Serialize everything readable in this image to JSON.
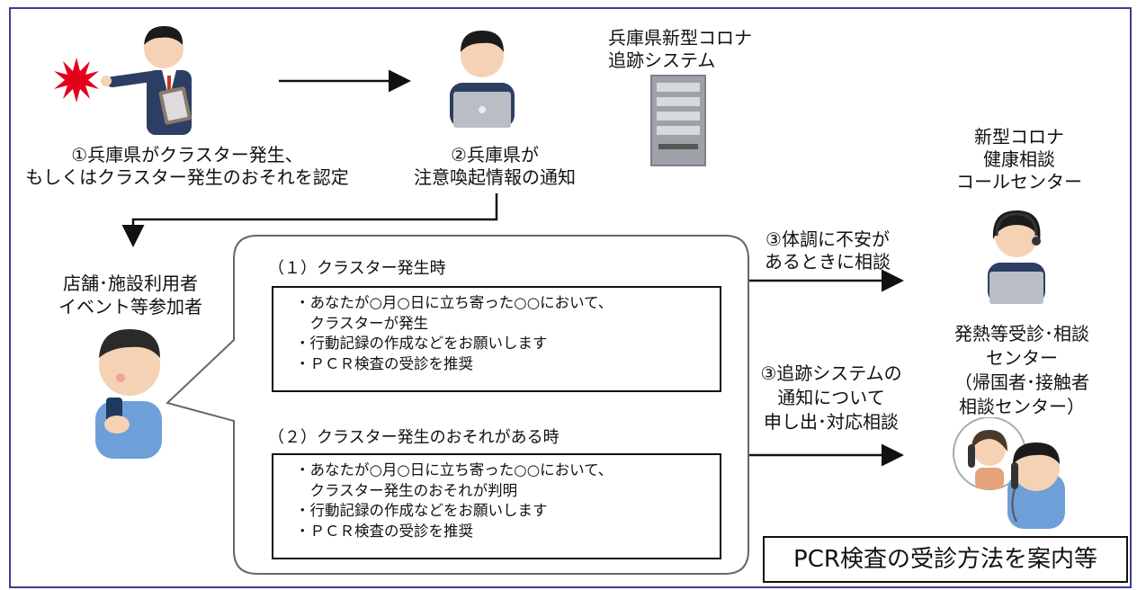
{
  "step1": {
    "label": "①兵庫県がクラスター発生、\nもしくはクラスター発生のおそれを認定"
  },
  "step2": {
    "label": "②兵庫県が\n注意喚起情報の通知"
  },
  "system": {
    "label": "兵庫県新型コロナ\n追跡システム"
  },
  "users": {
    "label": "店舗･施設利用者\nイベント等参加者"
  },
  "callcenter": {
    "label": "新型コロナ\n健康相談\nコールセンター"
  },
  "fever_center": {
    "label": "発熱等受診･相談\nセンター\n（帰国者･接触者\n相談センター）"
  },
  "arrow3a": {
    "label": "③体調に不安が\nあるときに相談"
  },
  "arrow3b": {
    "label": "③追跡システムの\n通知について\n申し出･対応相談"
  },
  "case1": {
    "heading": "（１）クラスター発生時",
    "lines": [
      "・あなたが○月○日に立ち寄った○○において、",
      "　クラスターが発生",
      "・行動記録の作成などをお願いします",
      "・ＰＣＲ検査の受診を推奨"
    ]
  },
  "case2": {
    "heading": "（２）クラスター発生のおそれがある時",
    "lines": [
      "・あなたが○月○日に立ち寄った○○において、",
      "　クラスター発生のおそれが判明",
      "・行動記録の作成などをお願いします",
      "・ＰＣＲ検査の受診を推奨"
    ]
  },
  "guide": {
    "label": "PCR検査の受診方法を案内等"
  },
  "icons": {
    "alert": "red-starburst-icon",
    "official": "official-with-clipboard-icon",
    "laptop_worker": "laptop-worker-icon",
    "server": "server-rack-icon",
    "phone_user": "smartphone-user-icon",
    "operator": "headset-operator-icon",
    "phone_call": "phone-call-icon"
  },
  "colors": {
    "frame": "#3a3f8f",
    "alert": "#e3001b",
    "suit": "#2c3e63",
    "shirt": "#6f9fd8"
  }
}
